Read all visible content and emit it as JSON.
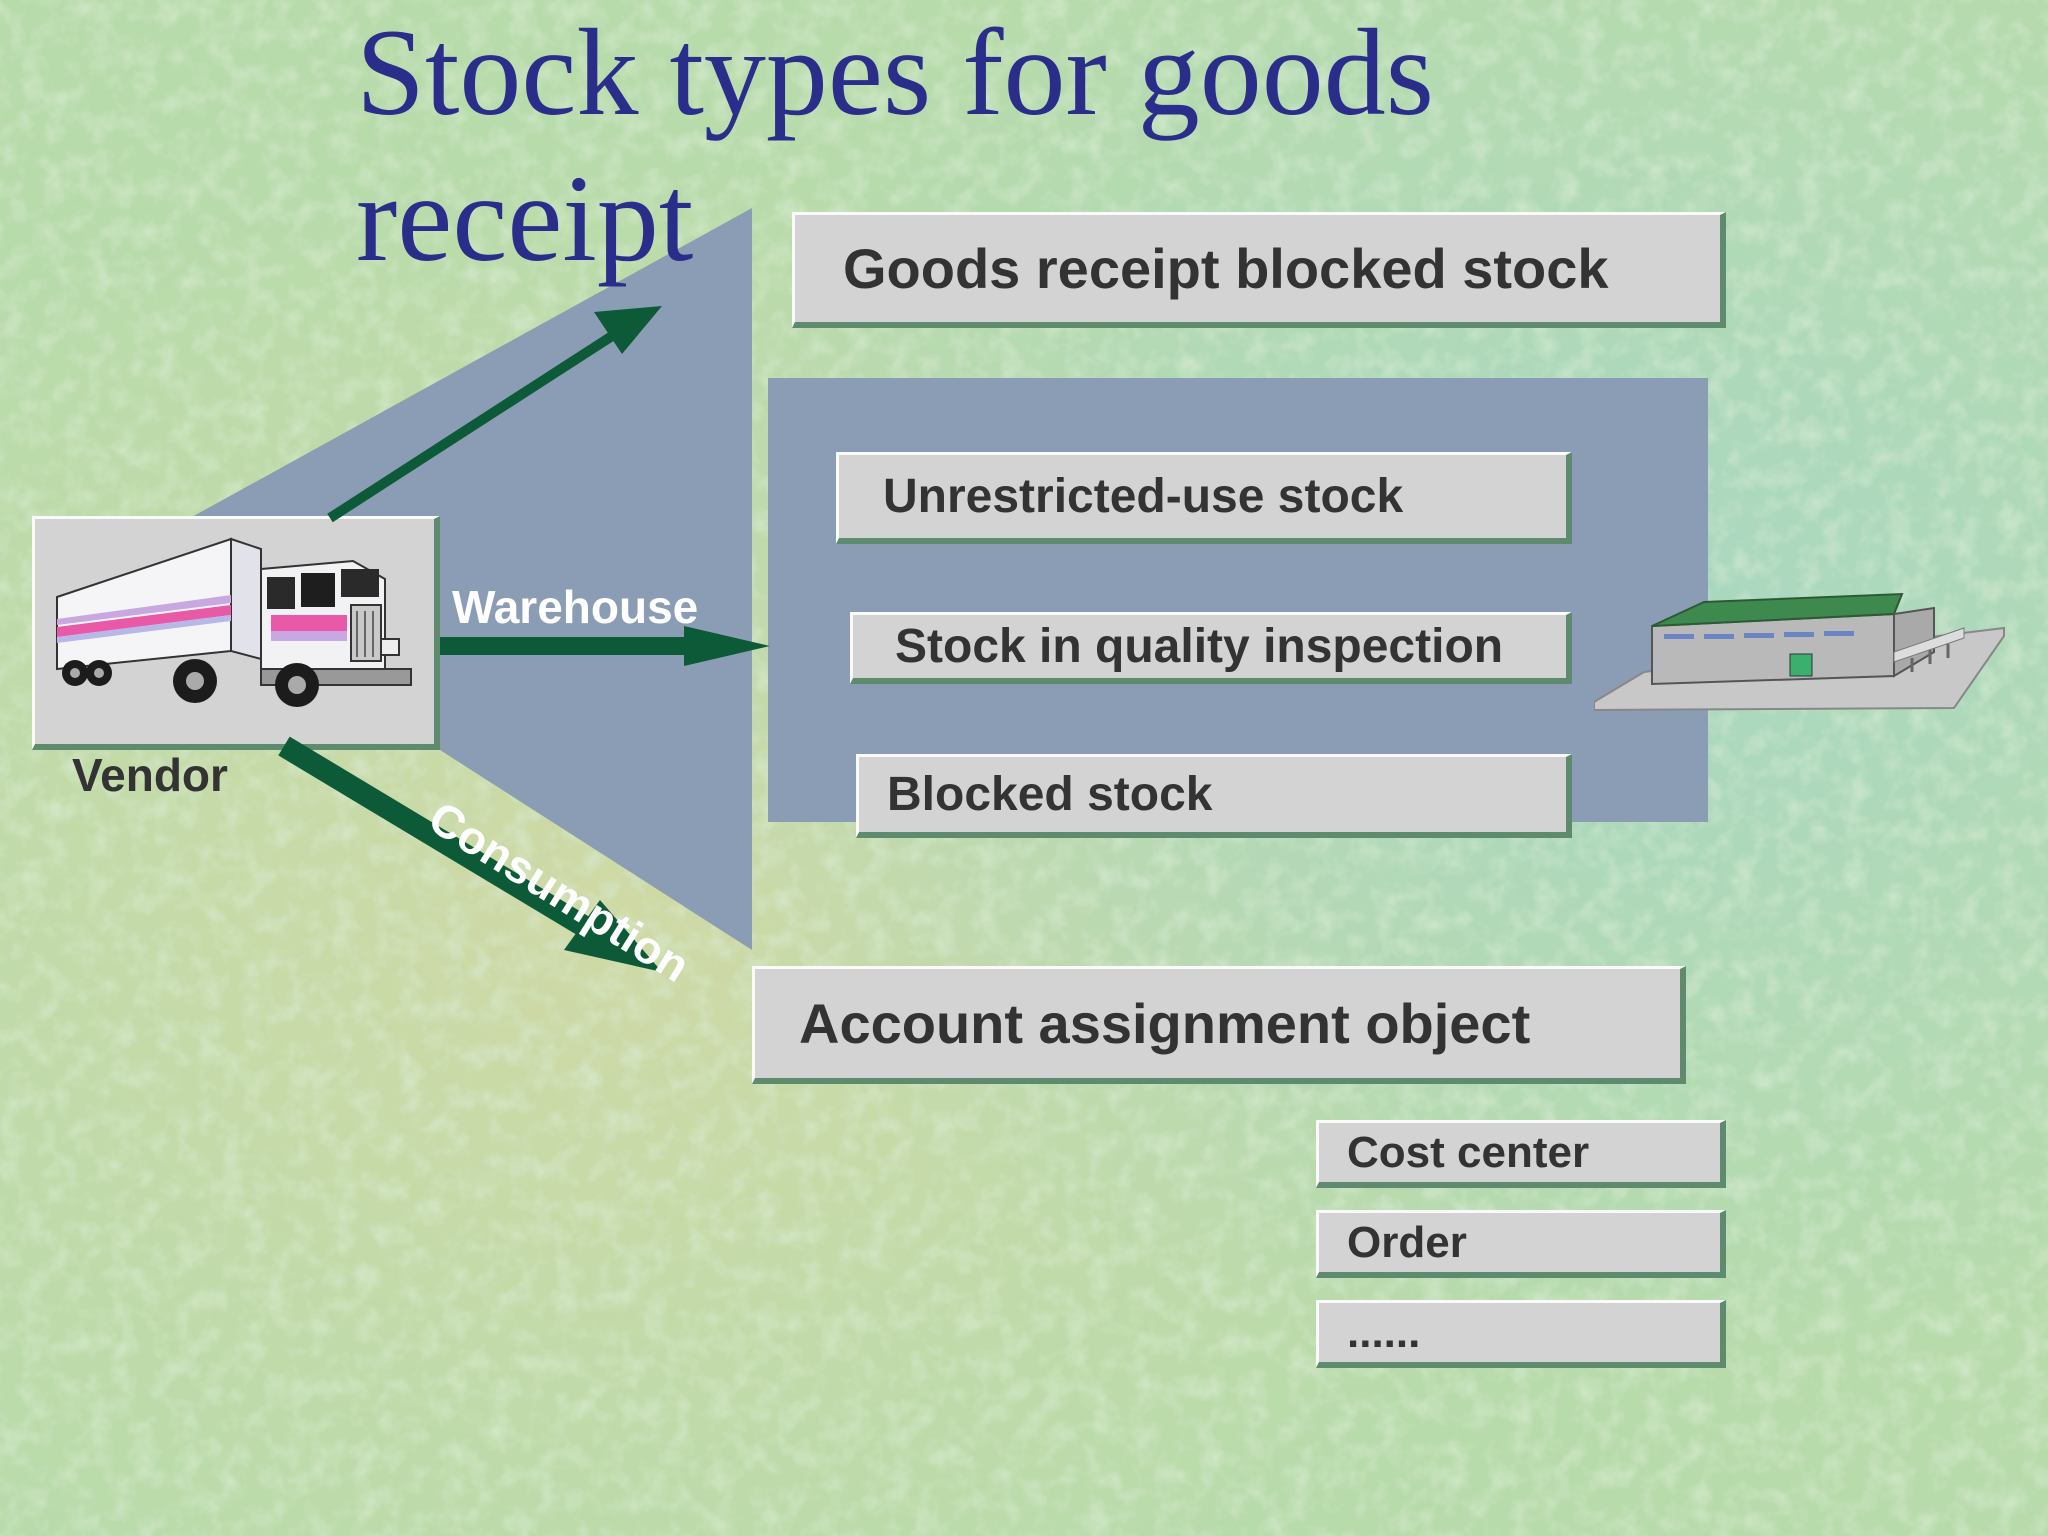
{
  "slide": {
    "title": "Stock types for goods receipt",
    "vendor_label": "Vendor",
    "warehouse_label": "Warehouse",
    "consumption_label": "Consumption",
    "gr_blocked_stock": "Goods receipt blocked stock",
    "unrestricted_stock": "Unrestricted-use stock",
    "quality_inspection_stock": "Stock in quality inspection",
    "blocked_stock": "Blocked stock",
    "account_assignment": "Account assignment object",
    "cost_center": "Cost center",
    "order": "Order",
    "more": "......"
  },
  "colors": {
    "title": "#2a2e8a",
    "panel": "#8b9db4",
    "arrow": "#0c5a38",
    "box_fill": "#d3d3d3",
    "box_shadow": "#5e8a6e",
    "background": "#b4d8a8"
  },
  "icons": [
    "truck-icon",
    "warehouse-building-icon"
  ]
}
